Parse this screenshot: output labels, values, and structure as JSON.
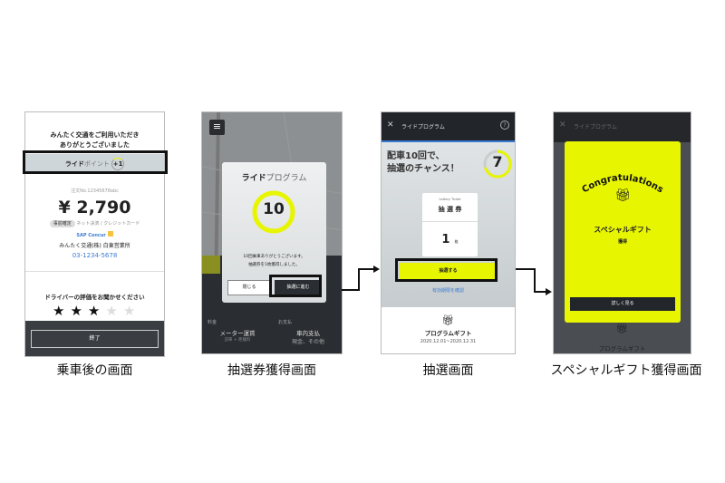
{
  "screens": [
    {
      "caption": "乗車後の画面",
      "thanks1": "みんたく交通をご利用いただき",
      "thanks2": "ありがとうございました",
      "ride_bold": "ライド",
      "ride_light": "ポイント",
      "points": "+1",
      "order_no": "注文No.12345678abc",
      "price": "¥ 2,790",
      "pay_badge": "事前確定",
      "pay_method": "ネット決済 / クレジットカード",
      "sap": "SAP Concur",
      "company": "みんたく交通(株) 白東営業所",
      "phone": "03-1234-5678",
      "rate_prompt": "ドライバーの評価をお聞かせください",
      "rating": 3,
      "rating_max": 5,
      "finish": "終了"
    },
    {
      "caption": "抽選券獲得画面",
      "title_bold": "ライド",
      "title_light": "プログラム",
      "count": "10",
      "msg1": "10回乗車ありがとうございます。",
      "msg2": "抽選券を1枚獲得しました。",
      "close": "閉じる",
      "proceed": "抽選に進む",
      "fare_label": "料金",
      "fare_value": "メーター運賃",
      "fare_sub": "迎車 + 距離料",
      "payment_label": "お支払",
      "payment_value": "車内支払",
      "payment_sub": "現金、その他"
    },
    {
      "caption": "抽選画面",
      "header": "ライドプログラム",
      "headline1": "配車10回で、",
      "headline2": "抽選のチャンス！",
      "count": "7",
      "ticket_en": "Lottery Ticket",
      "ticket_jp": "抽 選 券",
      "ticket_count": "1",
      "ticket_unit": "枚",
      "draw": "抽選する",
      "check_link": "有効期限を確認",
      "gift_title": "プログラムギフト",
      "period": "2020.12.01~2020.12.31"
    },
    {
      "caption": "スペシャルギフト獲得画面",
      "header": "ライドプログラム",
      "congrats": "Congratulations",
      "gift": "スペシャルギフト",
      "obtained": "獲得",
      "details": "詳しく見る",
      "gift_title": "プログラムギフト"
    }
  ],
  "colors": {
    "accent": "#e8f500",
    "dark": "#22252a",
    "link": "#3a7bd5"
  }
}
